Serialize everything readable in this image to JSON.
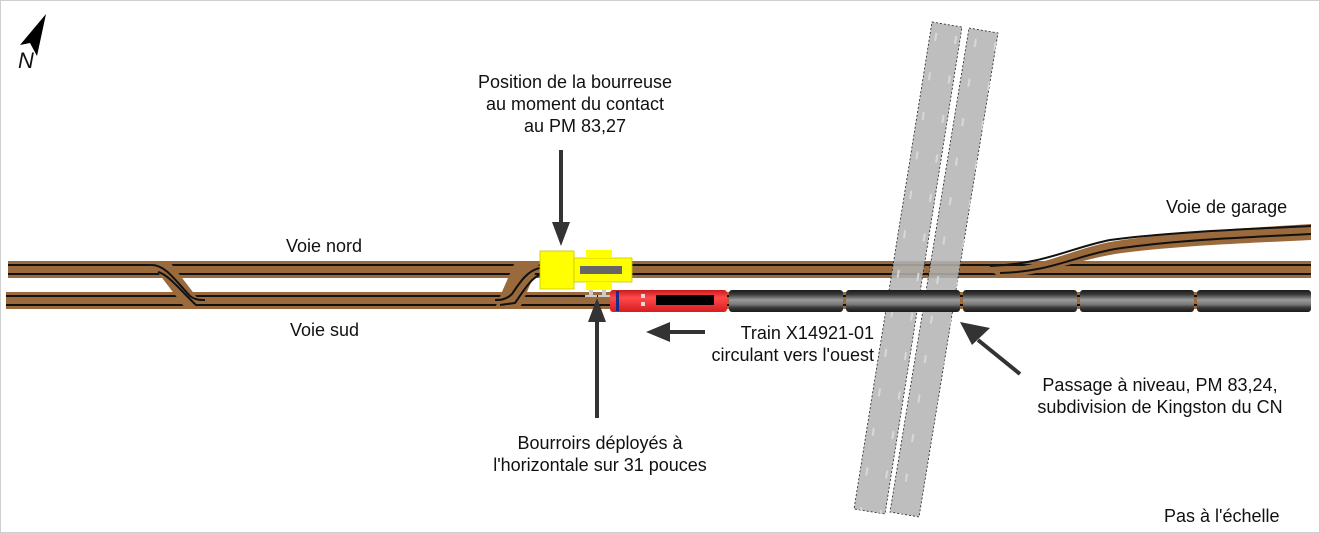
{
  "diagram": {
    "north_label": "N",
    "labels": {
      "tamper_position": [
        "Position de la bourreuse",
        "au moment du contact",
        "au PM 83,27"
      ],
      "north_track": "Voie nord",
      "south_track": "Voie sud",
      "siding": "Voie de garage",
      "train": [
        "Train X14921-01",
        "circulant vers l'ouest"
      ],
      "crossing": [
        "Passage à niveau, PM 83,24,",
        "subdivision de Kingston du CN"
      ],
      "tamping_tools": [
        "Bourroirs déployés à",
        "l'horizontale sur 31 pouces"
      ],
      "scale_note": "Pas à l'échelle"
    },
    "colors": {
      "track_bed": "#9a6a3c",
      "rail": "#111111",
      "tamper": "#ffff00",
      "locomotive": "#e8262a",
      "railcar": "#555555",
      "road": "#b3b3b3",
      "arrow": "#333333"
    },
    "train": {
      "railcar_count": 5
    }
  }
}
